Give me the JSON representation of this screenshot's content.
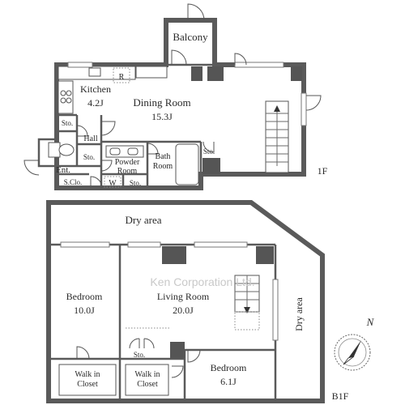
{
  "floor1": {
    "level": "1F",
    "rooms": {
      "balcony": "Balcony",
      "kitchen": "Kitchen",
      "kitchen_size": "4.2J",
      "refrigerator": "R",
      "dining": "Dining Room",
      "dining_size": "15.3J",
      "storage_a": "Sto.",
      "hall": "Hall",
      "storage_b": "Sto.",
      "powder_line1": "Powder",
      "powder_line2": "Room",
      "washer": "W",
      "storage_c": "Sto.",
      "bath_line1": "Bath",
      "bath_line2": "Room",
      "storage_d": "Sto.",
      "entrance": "Ent.",
      "shoe_closet": "S.Clo."
    }
  },
  "floor2": {
    "level": "B1F",
    "rooms": {
      "dry_area_top": "Dry area",
      "bedroom1": "Bedroom",
      "bedroom1_size": "10.0J",
      "living": "Living Room",
      "living_size": "20.0J",
      "dry_area_right": "Dry area",
      "storage": "Sto.",
      "walkin1_line1": "Walk in",
      "walkin1_line2": "Closet",
      "walkin2_line1": "Walk in",
      "walkin2_line2": "Closet",
      "bedroom2": "Bedroom",
      "bedroom2_size": "6.1J"
    }
  },
  "watermark": "Ken Corporation Ltd.",
  "compass_label": "N",
  "icons": [
    "north-arrow-icon",
    "staircase-icon",
    "door-swing-icon"
  ]
}
